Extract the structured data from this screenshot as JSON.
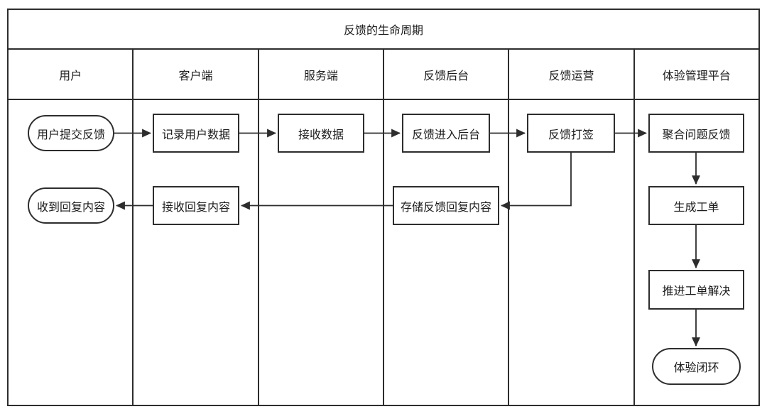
{
  "diagram": {
    "type": "swimlane-flowchart",
    "title": "反馈的生命周期",
    "colors": {
      "line": "#2d2d2d",
      "text": "#1c1c1c",
      "node_fill": "#ffffff",
      "background": "#ffffff"
    },
    "lanes": [
      {
        "label": "用户"
      },
      {
        "label": "客户端"
      },
      {
        "label": "服务端"
      },
      {
        "label": "反馈后台"
      },
      {
        "label": "反馈运营"
      },
      {
        "label": "体验管理平台"
      }
    ],
    "nodes": [
      {
        "id": "user-submit-feedback",
        "label": "用户提交反馈",
        "shape": "terminator",
        "lane": "用户"
      },
      {
        "id": "record-user-data",
        "label": "记录用户数据",
        "shape": "process",
        "lane": "客户端"
      },
      {
        "id": "receive-data",
        "label": "接收数据",
        "shape": "process",
        "lane": "服务端"
      },
      {
        "id": "feedback-enters-backend",
        "label": "反馈进入后台",
        "shape": "process",
        "lane": "反馈后台"
      },
      {
        "id": "feedback-tagging",
        "label": "反馈打签",
        "shape": "process",
        "lane": "反馈运营"
      },
      {
        "id": "aggregate-issue-feedback",
        "label": "聚合问题反馈",
        "shape": "process",
        "lane": "体验管理平台"
      },
      {
        "id": "store-feedback-reply",
        "label": "存储反馈回复内容",
        "shape": "process",
        "lane": "反馈后台"
      },
      {
        "id": "receive-reply-content",
        "label": "接收回复内容",
        "shape": "process",
        "lane": "客户端"
      },
      {
        "id": "got-reply-content",
        "label": "收到回复内容",
        "shape": "terminator",
        "lane": "用户"
      },
      {
        "id": "create-ticket",
        "label": "生成工单",
        "shape": "process",
        "lane": "体验管理平台"
      },
      {
        "id": "drive-ticket-resolution",
        "label": "推进工单解决",
        "shape": "process",
        "lane": "体验管理平台"
      },
      {
        "id": "experience-closed-loop",
        "label": "体验闭环",
        "shape": "terminator",
        "lane": "体验管理平台"
      }
    ],
    "edges": [
      {
        "from": "user-submit-feedback",
        "to": "record-user-data"
      },
      {
        "from": "record-user-data",
        "to": "receive-data"
      },
      {
        "from": "receive-data",
        "to": "feedback-enters-backend"
      },
      {
        "from": "feedback-enters-backend",
        "to": "feedback-tagging"
      },
      {
        "from": "feedback-tagging",
        "to": "aggregate-issue-feedback"
      },
      {
        "from": "feedback-tagging",
        "to": "store-feedback-reply"
      },
      {
        "from": "store-feedback-reply",
        "to": "receive-reply-content"
      },
      {
        "from": "receive-reply-content",
        "to": "got-reply-content"
      },
      {
        "from": "aggregate-issue-feedback",
        "to": "create-ticket"
      },
      {
        "from": "create-ticket",
        "to": "drive-ticket-resolution"
      },
      {
        "from": "drive-ticket-resolution",
        "to": "experience-closed-loop"
      }
    ]
  }
}
